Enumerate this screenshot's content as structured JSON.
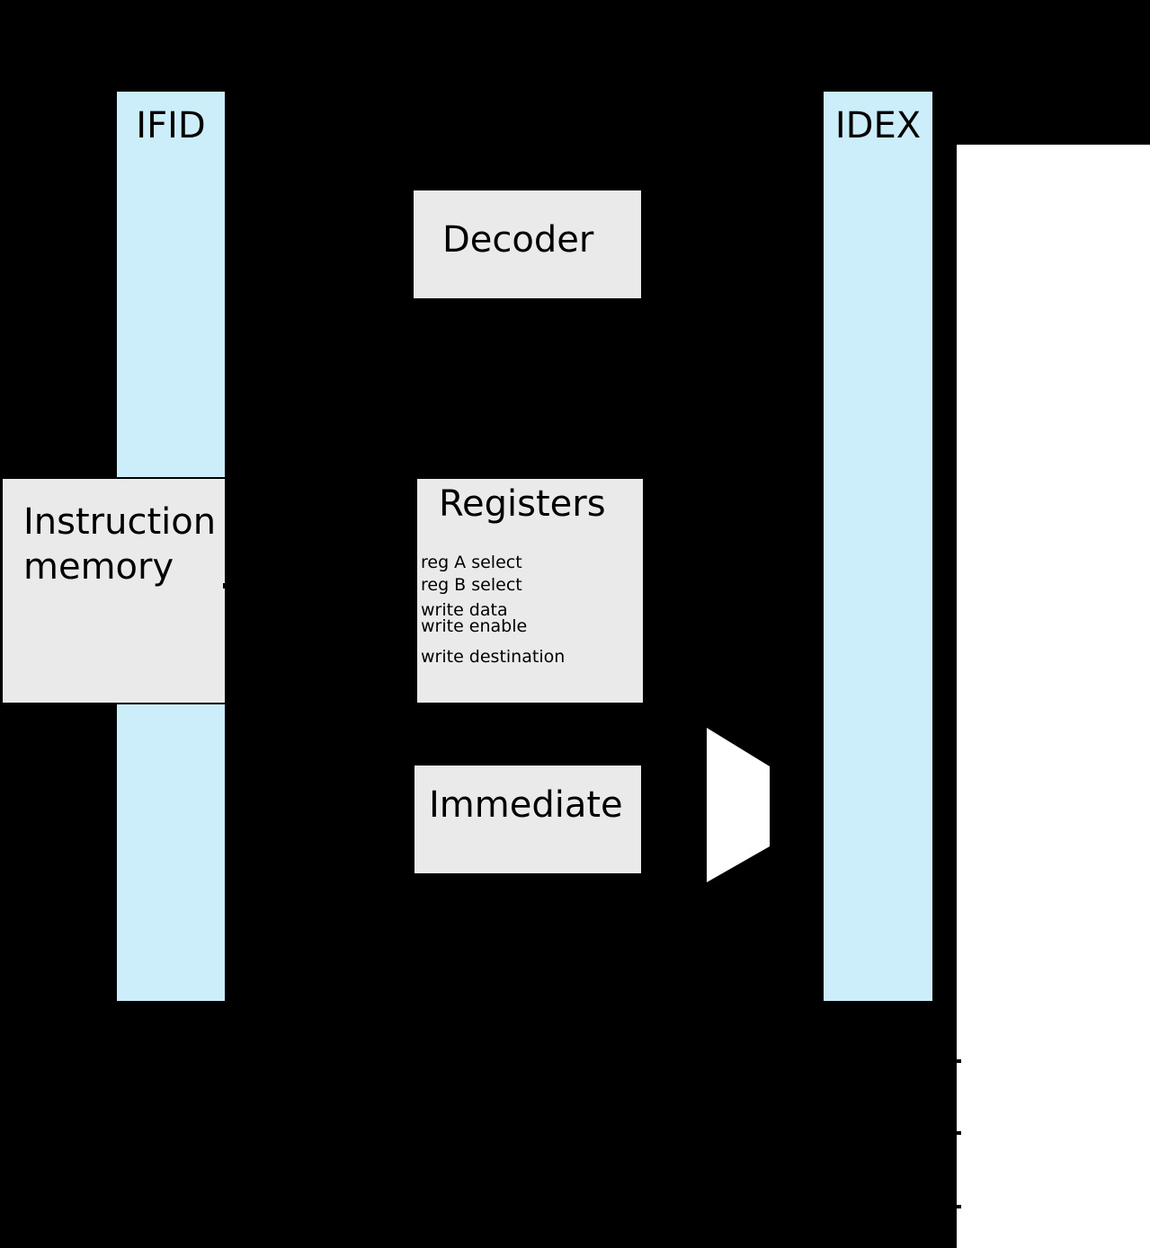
{
  "diagram": {
    "description": "CPU pipeline instruction-decode stage diagram",
    "colors": {
      "background": "#000000",
      "pipeline_register_fill": "#cceefb",
      "block_fill": "#eaeaea",
      "border": "#000000",
      "text": "#000000",
      "next_stage_panel": "#ffffff",
      "mux_fill": "#ffffff"
    }
  },
  "pipeline_registers": [
    {
      "label": "IFID"
    },
    {
      "label": "IDEX"
    }
  ],
  "blocks": {
    "decoder": {
      "label": "Decoder"
    },
    "instruction_memory": {
      "line1": "Instruction",
      "line2": "memory"
    },
    "registers": {
      "label": "Registers",
      "ports": [
        "reg A select",
        "reg B select",
        "write data",
        "write enable",
        "write destination"
      ]
    },
    "immediate": {
      "label": "Immediate"
    }
  }
}
